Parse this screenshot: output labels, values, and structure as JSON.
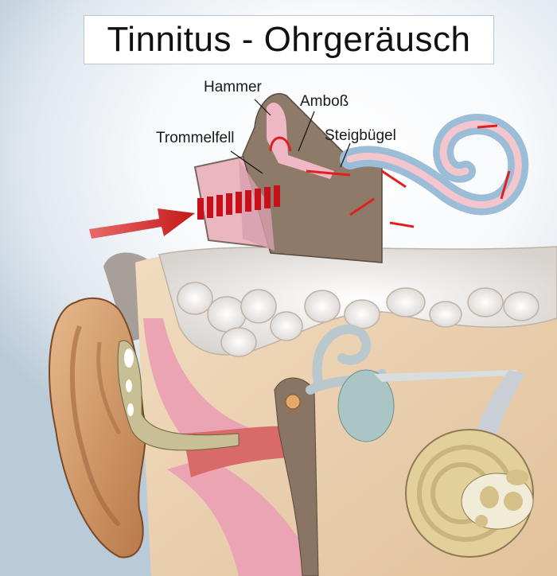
{
  "title": "Tinnitus - Ohrgeräusch",
  "labels": {
    "hammer": "Hammer",
    "amboss": "Amboß",
    "trommelfell": "Trommelfell",
    "steigbuegel": "Steigbügel"
  },
  "colors": {
    "sound_arrow": "#d42020",
    "bone": "#e9d3b4",
    "tissue_pink": "#e8a2b0",
    "cochlea_blue": "#a9c7dc",
    "middle_ear_brown": "#8c7866",
    "skin": "#d9a06e",
    "background_blue": "#b9cad8"
  }
}
